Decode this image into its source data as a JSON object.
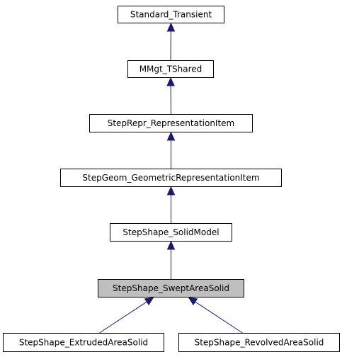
{
  "diagram": {
    "type": "class-inheritance-graph",
    "colors": {
      "node_fill": "#ffffff",
      "highlight_fill": "#bfbfbf",
      "node_border": "#000000",
      "edge": "#191970"
    },
    "nodes": [
      {
        "id": "standard_transient",
        "label": "Standard_Transient",
        "highlighted": false
      },
      {
        "id": "mmgt_tshared",
        "label": "MMgt_TShared",
        "highlighted": false
      },
      {
        "id": "steprepr_representationitem",
        "label": "StepRepr_RepresentationItem",
        "highlighted": false
      },
      {
        "id": "stepgeom_geometricrepresentationitem",
        "label": "StepGeom_GeometricRepresentationItem",
        "highlighted": false
      },
      {
        "id": "stepshape_solidmodel",
        "label": "StepShape_SolidModel",
        "highlighted": false
      },
      {
        "id": "stepshape_sweptareasolid",
        "label": "StepShape_SweptAreaSolid",
        "highlighted": true
      },
      {
        "id": "stepshape_extrudedareasolid",
        "label": "StepShape_ExtrudedAreaSolid",
        "highlighted": false
      },
      {
        "id": "stepshape_revolvedareasolid",
        "label": "StepShape_RevolvedAreaSolid",
        "highlighted": false
      }
    ],
    "edges": [
      {
        "from": "mmgt_tshared",
        "to": "standard_transient"
      },
      {
        "from": "steprepr_representationitem",
        "to": "mmgt_tshared"
      },
      {
        "from": "stepgeom_geometricrepresentationitem",
        "to": "steprepr_representationitem"
      },
      {
        "from": "stepshape_solidmodel",
        "to": "stepgeom_geometricrepresentationitem"
      },
      {
        "from": "stepshape_sweptareasolid",
        "to": "stepshape_solidmodel"
      },
      {
        "from": "stepshape_extrudedareasolid",
        "to": "stepshape_sweptareasolid"
      },
      {
        "from": "stepshape_revolvedareasolid",
        "to": "stepshape_sweptareasolid"
      }
    ]
  }
}
